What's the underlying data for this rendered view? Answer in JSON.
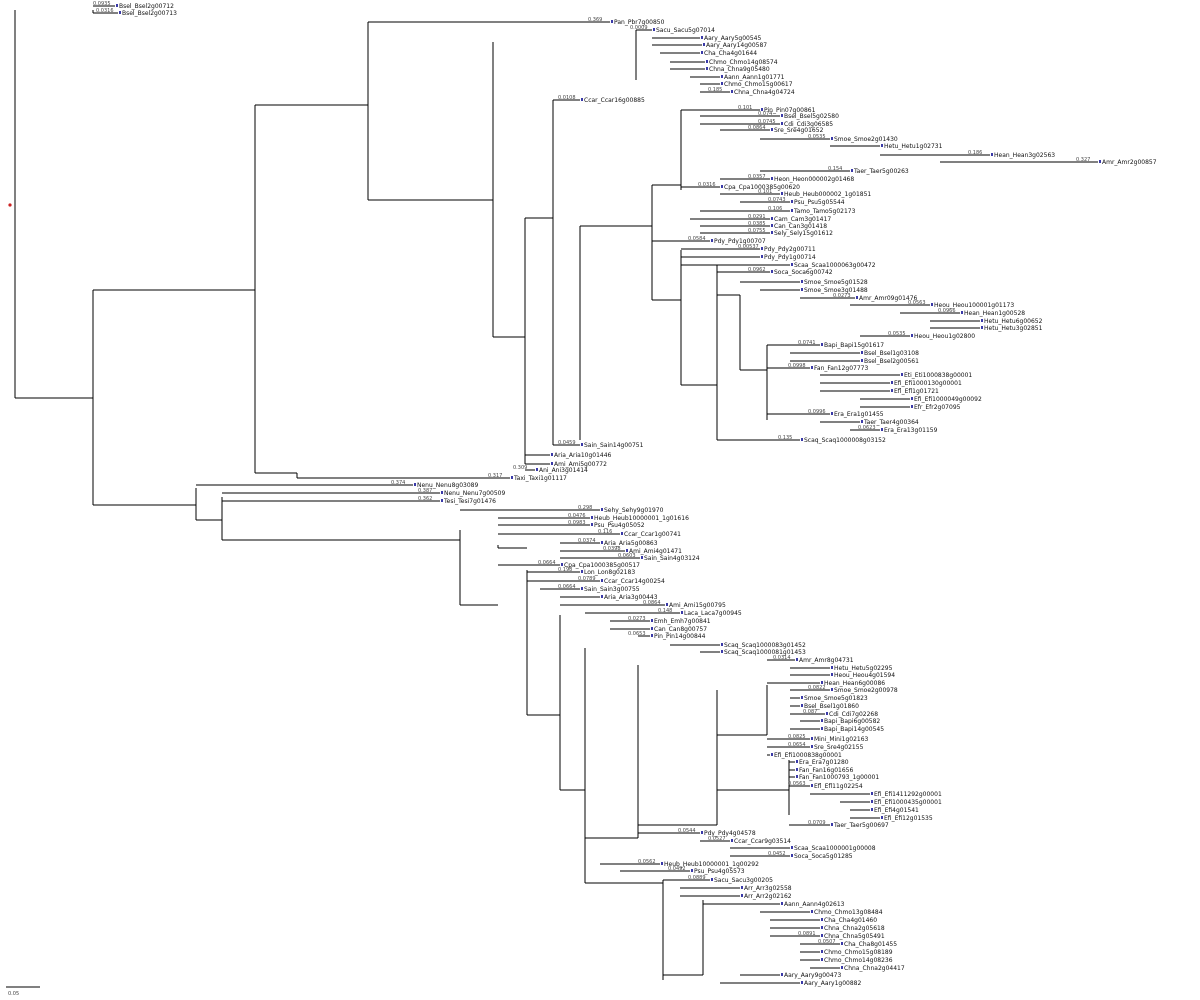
{
  "scale_label": "0.05",
  "leaves": [
    {
      "name": "Bsel_Bsel2g00712",
      "bs": "0.0935"
    },
    {
      "name": "Bsel_Bsel2g00713",
      "bs": "0.0316"
    },
    {
      "name": "Pan_Pbr7g00850",
      "bs": "0.369"
    },
    {
      "name": "Sacu_Sacu5g07014",
      "bs": "0.0009"
    },
    {
      "name": "Aary_Aary5g00545",
      "bs": ""
    },
    {
      "name": "Aary_Aary14g00587",
      "bs": ""
    },
    {
      "name": "Cha_Cha4g01644",
      "bs": ""
    },
    {
      "name": "Chmo_Chmo14g08574",
      "bs": ""
    },
    {
      "name": "Chna_Chna9g05480",
      "bs": ""
    },
    {
      "name": "Aann_Aann1g01771",
      "bs": ""
    },
    {
      "name": "Chmo_Chmo15g00617",
      "bs": ""
    },
    {
      "name": "Chna_Chna4g04724",
      "bs": "0.185"
    },
    {
      "name": "Ccar_Ccar16g00885",
      "bs": "0.0108"
    },
    {
      "name": "Pin_Pin07g00861",
      "bs": "0.101"
    },
    {
      "name": "Bsel_Bsel5g02580",
      "bs": "0.074"
    },
    {
      "name": "Cdi_Cdi3g06585",
      "bs": "0.0745"
    },
    {
      "name": "Sre_Sre4g01652",
      "bs": "0.0864"
    },
    {
      "name": "Smoe_Smoe2g01430",
      "bs": "0.0535"
    },
    {
      "name": "Hetu_Hetu1g02731",
      "bs": ""
    },
    {
      "name": "Hean_Hean3g02563",
      "bs": "0.186"
    },
    {
      "name": "Amr_Amr2g00857",
      "bs": "0.327"
    },
    {
      "name": "Taer_Taer5g00263",
      "bs": "0.154"
    },
    {
      "name": "Heon_Heon000002g01468",
      "bs": "0.0357"
    },
    {
      "name": "Cpa_Cpa1000385g00620",
      "bs": "0.0316"
    },
    {
      "name": "Heub_Heub000002_1g01851",
      "bs": "0.101"
    },
    {
      "name": "Psu_Psu5g05544",
      "bs": "0.0743"
    },
    {
      "name": "Tamo_Tamo5g02173",
      "bs": "0.106"
    },
    {
      "name": "Cam_Cam3g01417",
      "bs": "0.0291"
    },
    {
      "name": "Can_Can3g01418",
      "bs": "0.0385"
    },
    {
      "name": "Sely_Sely15g01612",
      "bs": "0.0755"
    },
    {
      "name": "Pdy_Pdy1g00707",
      "bs": "0.0584"
    },
    {
      "name": "Pdy_Pdy2g00711",
      "bs": "0.00537"
    },
    {
      "name": "Pdy_Pdy1g00714",
      "bs": ""
    },
    {
      "name": "Scaa_Scaa1000063g00472",
      "bs": ""
    },
    {
      "name": "Soca_Soca6g00742",
      "bs": "0.0962"
    },
    {
      "name": "Smoe_Smoe5g01528",
      "bs": ""
    },
    {
      "name": "Smoe_Smoe3g01488",
      "bs": ""
    },
    {
      "name": "Amr_Amr09g01476",
      "bs": "0.0273"
    },
    {
      "name": "Heou_Heou100001g01173",
      "bs": "0.0563"
    },
    {
      "name": "Hean_Hean1g00528",
      "bs": "0.0966"
    },
    {
      "name": "Hetu_Hetu6g00652",
      "bs": ""
    },
    {
      "name": "Hetu_Hetu3g02851",
      "bs": ""
    },
    {
      "name": "Heou_Heou1g02800",
      "bs": "0.0535"
    },
    {
      "name": "Bapi_Bapi15g01617",
      "bs": "0.0741"
    },
    {
      "name": "Bsel_Bsel1g03108",
      "bs": ""
    },
    {
      "name": "Bsel_Bsel2g00561",
      "bs": ""
    },
    {
      "name": "Fan_Fan12g07773",
      "bs": "0.0998"
    },
    {
      "name": "Eti_Eti1000838g00001",
      "bs": ""
    },
    {
      "name": "Efi_Efi1000130g00001",
      "bs": ""
    },
    {
      "name": "Efl_Efl1g01721",
      "bs": ""
    },
    {
      "name": "Efi_Efi1000049g00092",
      "bs": ""
    },
    {
      "name": "Efr_Efr2g07095",
      "bs": ""
    },
    {
      "name": "Era_Era1g01455",
      "bs": "0.0996"
    },
    {
      "name": "Taer_Taer4g00364",
      "bs": ""
    },
    {
      "name": "Era_Era13g01159",
      "bs": "0.0623"
    },
    {
      "name": "Scaq_Scaq1000008g03152",
      "bs": "0.135"
    },
    {
      "name": "Sain_Sain14g00751",
      "bs": "0.0459"
    },
    {
      "name": "Aria_Aria10g01446",
      "bs": ""
    },
    {
      "name": "Ami_Ami5g00772",
      "bs": ""
    },
    {
      "name": "Ani_Ani3g01414",
      "bs": "0.309"
    },
    {
      "name": "Taxi_Taxi1g01117",
      "bs": "0.317"
    },
    {
      "name": "Nenu_Nenu8g03089",
      "bs": "0.374"
    },
    {
      "name": "Nenu_Nenu7g00509",
      "bs": "0.387"
    },
    {
      "name": "Tesi_Tesi7g01476",
      "bs": "0.362"
    },
    {
      "name": "Sehy_Sehy9g01970",
      "bs": "0.298"
    },
    {
      "name": "Heub_Heub10000001_1g01616",
      "bs": "0.0476"
    },
    {
      "name": "Psu_Psu4g05052",
      "bs": "0.0983"
    },
    {
      "name": "Ccar_Ccar1g00741",
      "bs": "0.116"
    },
    {
      "name": "Aria_Aria5g00863",
      "bs": "0.0374"
    },
    {
      "name": "Ami_Ami4g01471",
      "bs": "0.0398"
    },
    {
      "name": "Sain_Sain4g03124",
      "bs": "0.0603"
    },
    {
      "name": "Cpa_Cpa1000385g00517",
      "bs": "0.0664"
    },
    {
      "name": "Lon_Lon8g02183",
      "bs": "0.198"
    },
    {
      "name": "Ccar_Ccar14g00254",
      "bs": "0.0789"
    },
    {
      "name": "Sain_Sain3g00755",
      "bs": "0.0664"
    },
    {
      "name": "Aria_Aria3g00443",
      "bs": ""
    },
    {
      "name": "Ami_Ami15g00795",
      "bs": "0.0864"
    },
    {
      "name": "Laca_Laca7g00945",
      "bs": "0.148"
    },
    {
      "name": "Emh_Emh7g00841",
      "bs": "0.0273"
    },
    {
      "name": "Can_Can8g00757",
      "bs": ""
    },
    {
      "name": "Pin_Pin14g00844",
      "bs": "0.0653"
    },
    {
      "name": "Scaq_Scaq1000083g01452",
      "bs": ""
    },
    {
      "name": "Scaq_Scaq1000081g01453",
      "bs": ""
    },
    {
      "name": "Amr_Amr8g04731",
      "bs": "0.0314"
    },
    {
      "name": "Hetu_Hetu5g02295",
      "bs": ""
    },
    {
      "name": "Heou_Heou4g01594",
      "bs": ""
    },
    {
      "name": "Hean_Hean6g00086",
      "bs": ""
    },
    {
      "name": "Smoe_Smoe2g00978",
      "bs": "0.0822"
    },
    {
      "name": "Smoe_Smoe5g01823",
      "bs": ""
    },
    {
      "name": "Bsel_Bsel1g01860",
      "bs": ""
    },
    {
      "name": "Cdi_Cdi7g02268",
      "bs": "0.087"
    },
    {
      "name": "Bapi_Bapi6g00582",
      "bs": ""
    },
    {
      "name": "Bapi_Bapi14g00545",
      "bs": ""
    },
    {
      "name": "Mini_Mini1g02163",
      "bs": "0.0825"
    },
    {
      "name": "Sre_Sre4g02155",
      "bs": "0.0654"
    },
    {
      "name": "Efi_Efi1000838g00001",
      "bs": ""
    },
    {
      "name": "Era_Era7g01280",
      "bs": ""
    },
    {
      "name": "Fan_Fan16g01656",
      "bs": ""
    },
    {
      "name": "Fan_Fan1000793_1g00001",
      "bs": ""
    },
    {
      "name": "Efl_Efl11g02254",
      "bs": "0.0563"
    },
    {
      "name": "Efi_Efi1411292g00001",
      "bs": ""
    },
    {
      "name": "Efi_Efi1000435g00001",
      "bs": ""
    },
    {
      "name": "Efi_Efi4g01541",
      "bs": ""
    },
    {
      "name": "Efi_Efi12g01535",
      "bs": ""
    },
    {
      "name": "Taer_Taer5g00697",
      "bs": "0.0709"
    },
    {
      "name": "Pdy_Pdy4g04578",
      "bs": "0.0544"
    },
    {
      "name": "Ccar_Ccar9g03514",
      "bs": "0.0527"
    },
    {
      "name": "Scaa_Scaa1000001g00008",
      "bs": ""
    },
    {
      "name": "Soca_Soca5g01285",
      "bs": "0.0452"
    },
    {
      "name": "Heub_Heub10000001_1g00292",
      "bs": "0.0562"
    },
    {
      "name": "Psu_Psu4g05573",
      "bs": "0.0492"
    },
    {
      "name": "Sacu_Sacu3g00205",
      "bs": "0.0889"
    },
    {
      "name": "Arr_Arr3g02558",
      "bs": ""
    },
    {
      "name": "Arr_Arr2g02162",
      "bs": ""
    },
    {
      "name": "Aann_Aann4g02613",
      "bs": ""
    },
    {
      "name": "Chmo_Chmo13g08484",
      "bs": ""
    },
    {
      "name": "Cha_Cha4g01460",
      "bs": ""
    },
    {
      "name": "Chna_Chna2g05618",
      "bs": ""
    },
    {
      "name": "Chna_Chna5g05491",
      "bs": "0.0891"
    },
    {
      "name": "Cha_Cha8g01455",
      "bs": "0.0507"
    },
    {
      "name": "Chmo_Chmo15g08189",
      "bs": ""
    },
    {
      "name": "Chmo_Chmo14g08236",
      "bs": ""
    },
    {
      "name": "Chna_Chna2g04417",
      "bs": ""
    },
    {
      "name": "Aary_Aary9g00473",
      "bs": ""
    },
    {
      "name": "Aary_Aary1g00882",
      "bs": ""
    }
  ]
}
